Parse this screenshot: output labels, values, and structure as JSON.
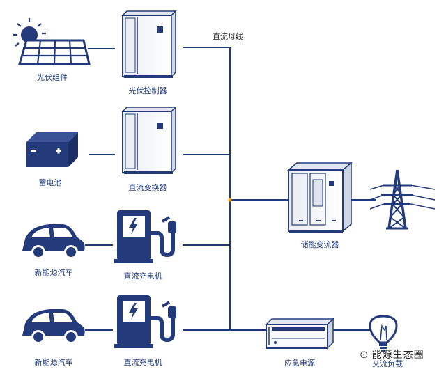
{
  "bus_label": "直流母线",
  "components": {
    "pv_module": "光伏组件",
    "pv_controller": "光伏控制器",
    "battery": "蓄电池",
    "dc_converter": "直流变换器",
    "ev1": "新能源汽车",
    "charger1": "直流充电机",
    "ev2": "新能源汽车",
    "charger2": "直流充电机",
    "storage_converter": "储能变流器",
    "emergency_power": "应急电源",
    "ac_load": "交流负载"
  },
  "watermark": {
    "text": "能源生态圈",
    "icon": "wechat-icon"
  },
  "colors": {
    "primary": "#233a7b",
    "line": "#1f3a7a",
    "junction": "#f0a020"
  }
}
